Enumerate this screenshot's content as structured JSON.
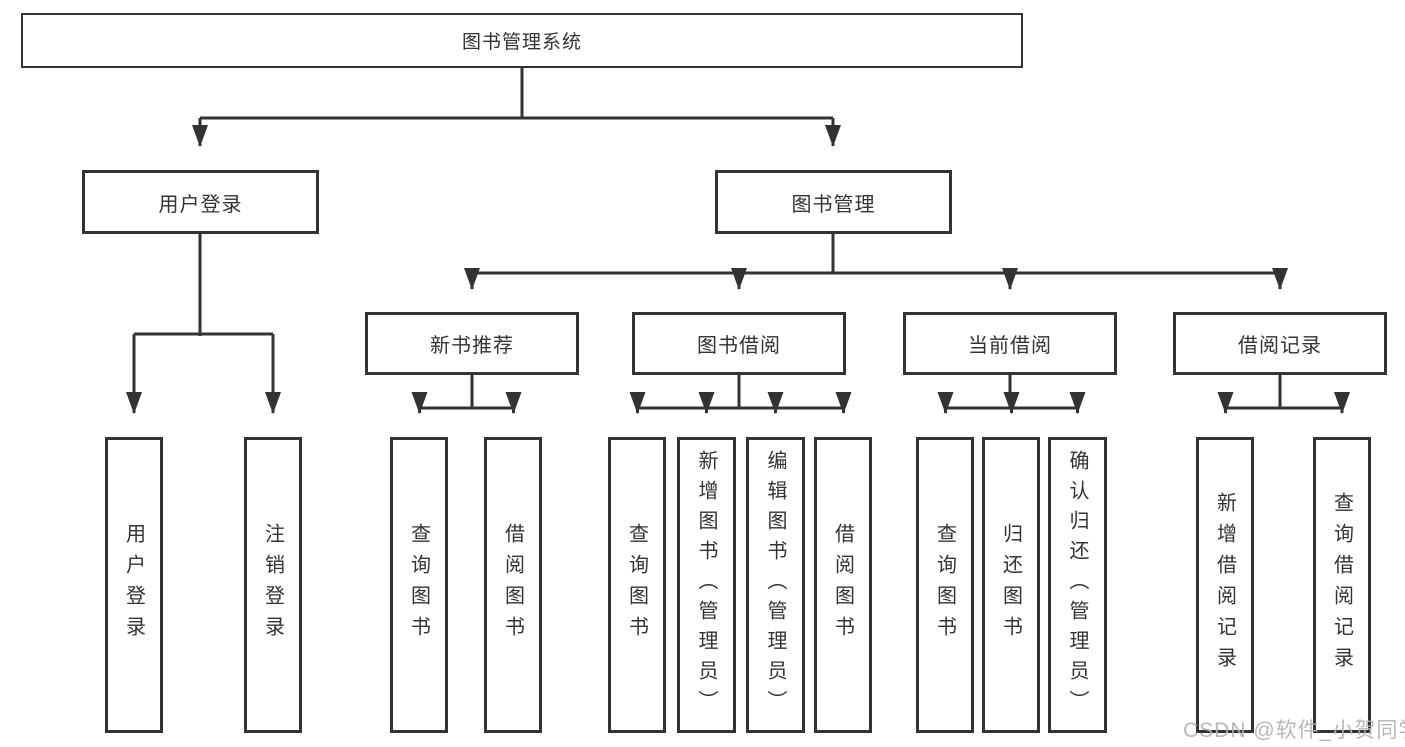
{
  "colors": {
    "box_border": "#333333",
    "box_fill": "#ffffff",
    "text": "#333333",
    "connector": "#333333",
    "watermark": "#b2b2b2"
  },
  "diagram": {
    "root": {
      "label": "图书管理系统"
    },
    "branches": [
      {
        "label": "用户登录",
        "children": [
          {
            "label": "用户登录"
          },
          {
            "label": "注销登录"
          }
        ]
      },
      {
        "label": "图书管理",
        "children": [
          {
            "label": "新书推荐",
            "children": [
              {
                "label": "查询图书"
              },
              {
                "label": "借阅图书"
              }
            ]
          },
          {
            "label": "图书借阅",
            "children": [
              {
                "label": "查询图书"
              },
              {
                "label": "新增图书（管理员）"
              },
              {
                "label": "编辑图书（管理员）"
              },
              {
                "label": "借阅图书"
              }
            ]
          },
          {
            "label": "当前借阅",
            "children": [
              {
                "label": "查询图书"
              },
              {
                "label": "归还图书"
              },
              {
                "label": "确认归还（管理员）"
              }
            ]
          },
          {
            "label": "借阅记录",
            "children": [
              {
                "label": "新增借阅记录"
              },
              {
                "label": "查询借阅记录"
              }
            ]
          }
        ]
      }
    ]
  },
  "watermark": {
    "text": "CSDN @软件_小贺同学"
  }
}
